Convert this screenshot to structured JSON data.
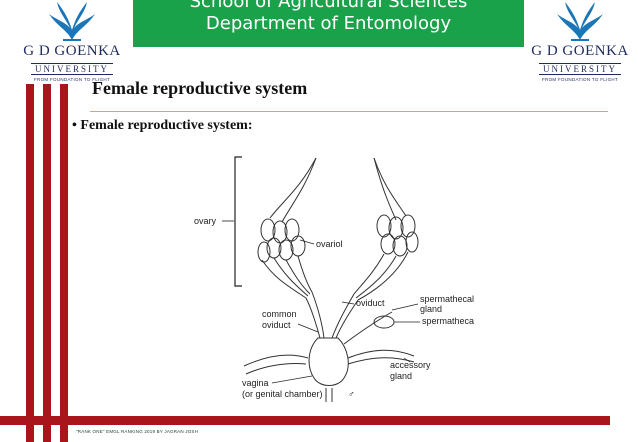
{
  "header": {
    "line1": "School of Agricultural Sciences",
    "line2": "Department of Entomology",
    "accent_color": "#1aa24b"
  },
  "logo": {
    "name": "G D GOENKA",
    "sub": "UNIVERSITY",
    "tagline": "FROM FOUNDATION TO FLIGHT"
  },
  "slide": {
    "title": "Female reproductive system",
    "bullet": "Female reproductive system:"
  },
  "diagram": {
    "labels": {
      "ovary": "ovary",
      "ovariol": "ovariol",
      "oviduct": "oviduct",
      "common_oviduct_1": "common",
      "common_oviduct_2": "oviduct",
      "spermathecal_1": "spermathecal",
      "spermathecal_2": "gland",
      "spermatheca": "spermatheca",
      "accessory_1": "accessory",
      "accessory_2": "gland",
      "vagina_1": "vagina",
      "vagina_2": "(or genital chamber)",
      "symbol": "♂"
    }
  },
  "footer": {
    "text": "\"RANK ONE\" EMGL RANKING 2019 BY JAGRAN JOSH"
  },
  "colors": {
    "bar": "#a8161b",
    "brand_navy": "#1f2b5e",
    "logo_blue": "#1b76b8"
  }
}
